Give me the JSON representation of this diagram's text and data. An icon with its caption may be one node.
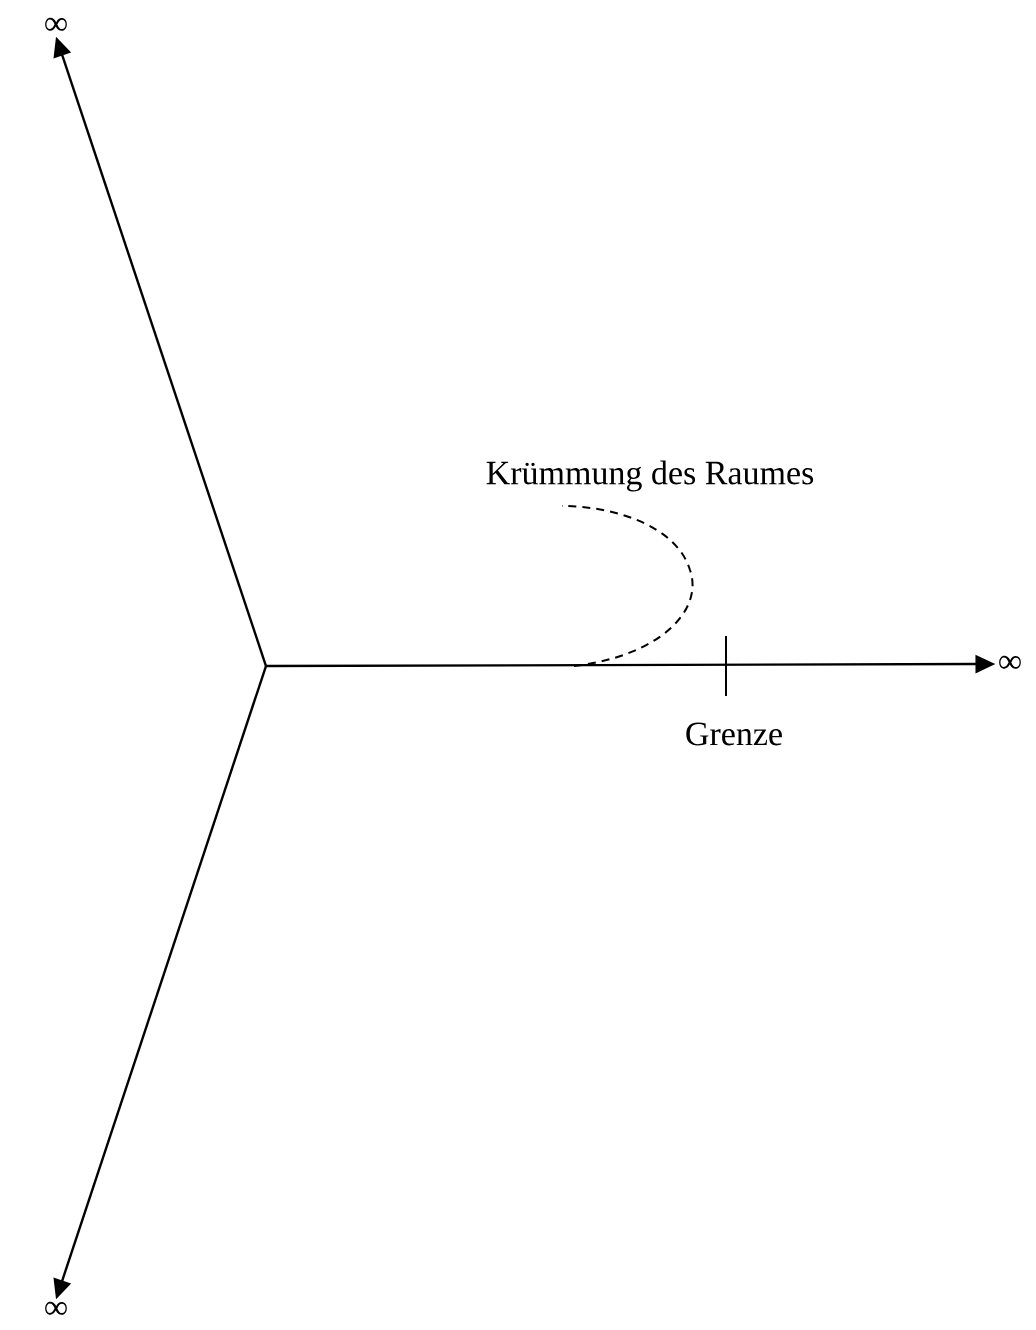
{
  "diagram": {
    "nodes": [
      {
        "text": [
          "∞"
        ]
      },
      {
        "text": [
          "∞"
        ]
      },
      {
        "text": [
          "∞"
        ]
      }
    ],
    "edges": [
      {
        "from": null,
        "to": 0,
        "arrow": "to"
      },
      {
        "from": null,
        "to": 1,
        "arrow": "to"
      },
      {
        "from": null,
        "to": 2,
        "arrow": "to"
      }
    ],
    "labels": [
      "Krümmung des Raumes",
      "Grenze"
    ]
  }
}
